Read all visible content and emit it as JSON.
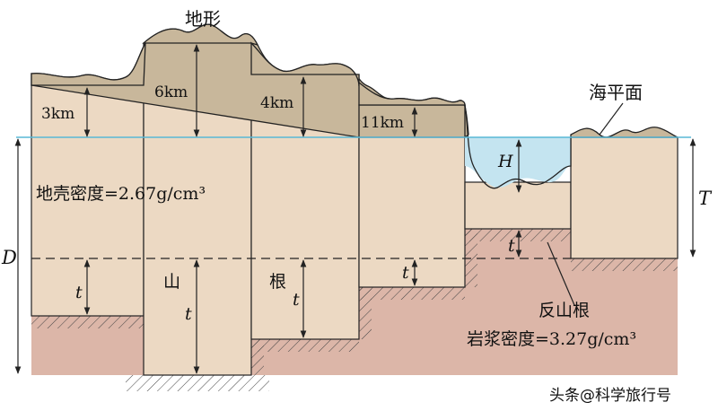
{
  "title_terrain": "地形",
  "sea_level": "海平面",
  "crust_density": "地壳密度=2.67g/cm³",
  "magma_density": "岩浆密度=3.27g/cm³",
  "anti_root": "反山根",
  "mountain": "山",
  "root": "根",
  "heights": {
    "h3": "3km",
    "h6": "6km",
    "h4": "4km",
    "h11": "11km"
  },
  "symbols": {
    "t": "t",
    "H": "H",
    "D": "D",
    "T": "T"
  },
  "watermark": "头条@科学旅行号",
  "colors": {
    "crust": "#ecd9c3",
    "magma": "#dcb6a8",
    "sea": "#c4e4f0",
    "sea_line": "#58b8d6",
    "terrain": "#c8b79b",
    "stroke": "#222222"
  }
}
